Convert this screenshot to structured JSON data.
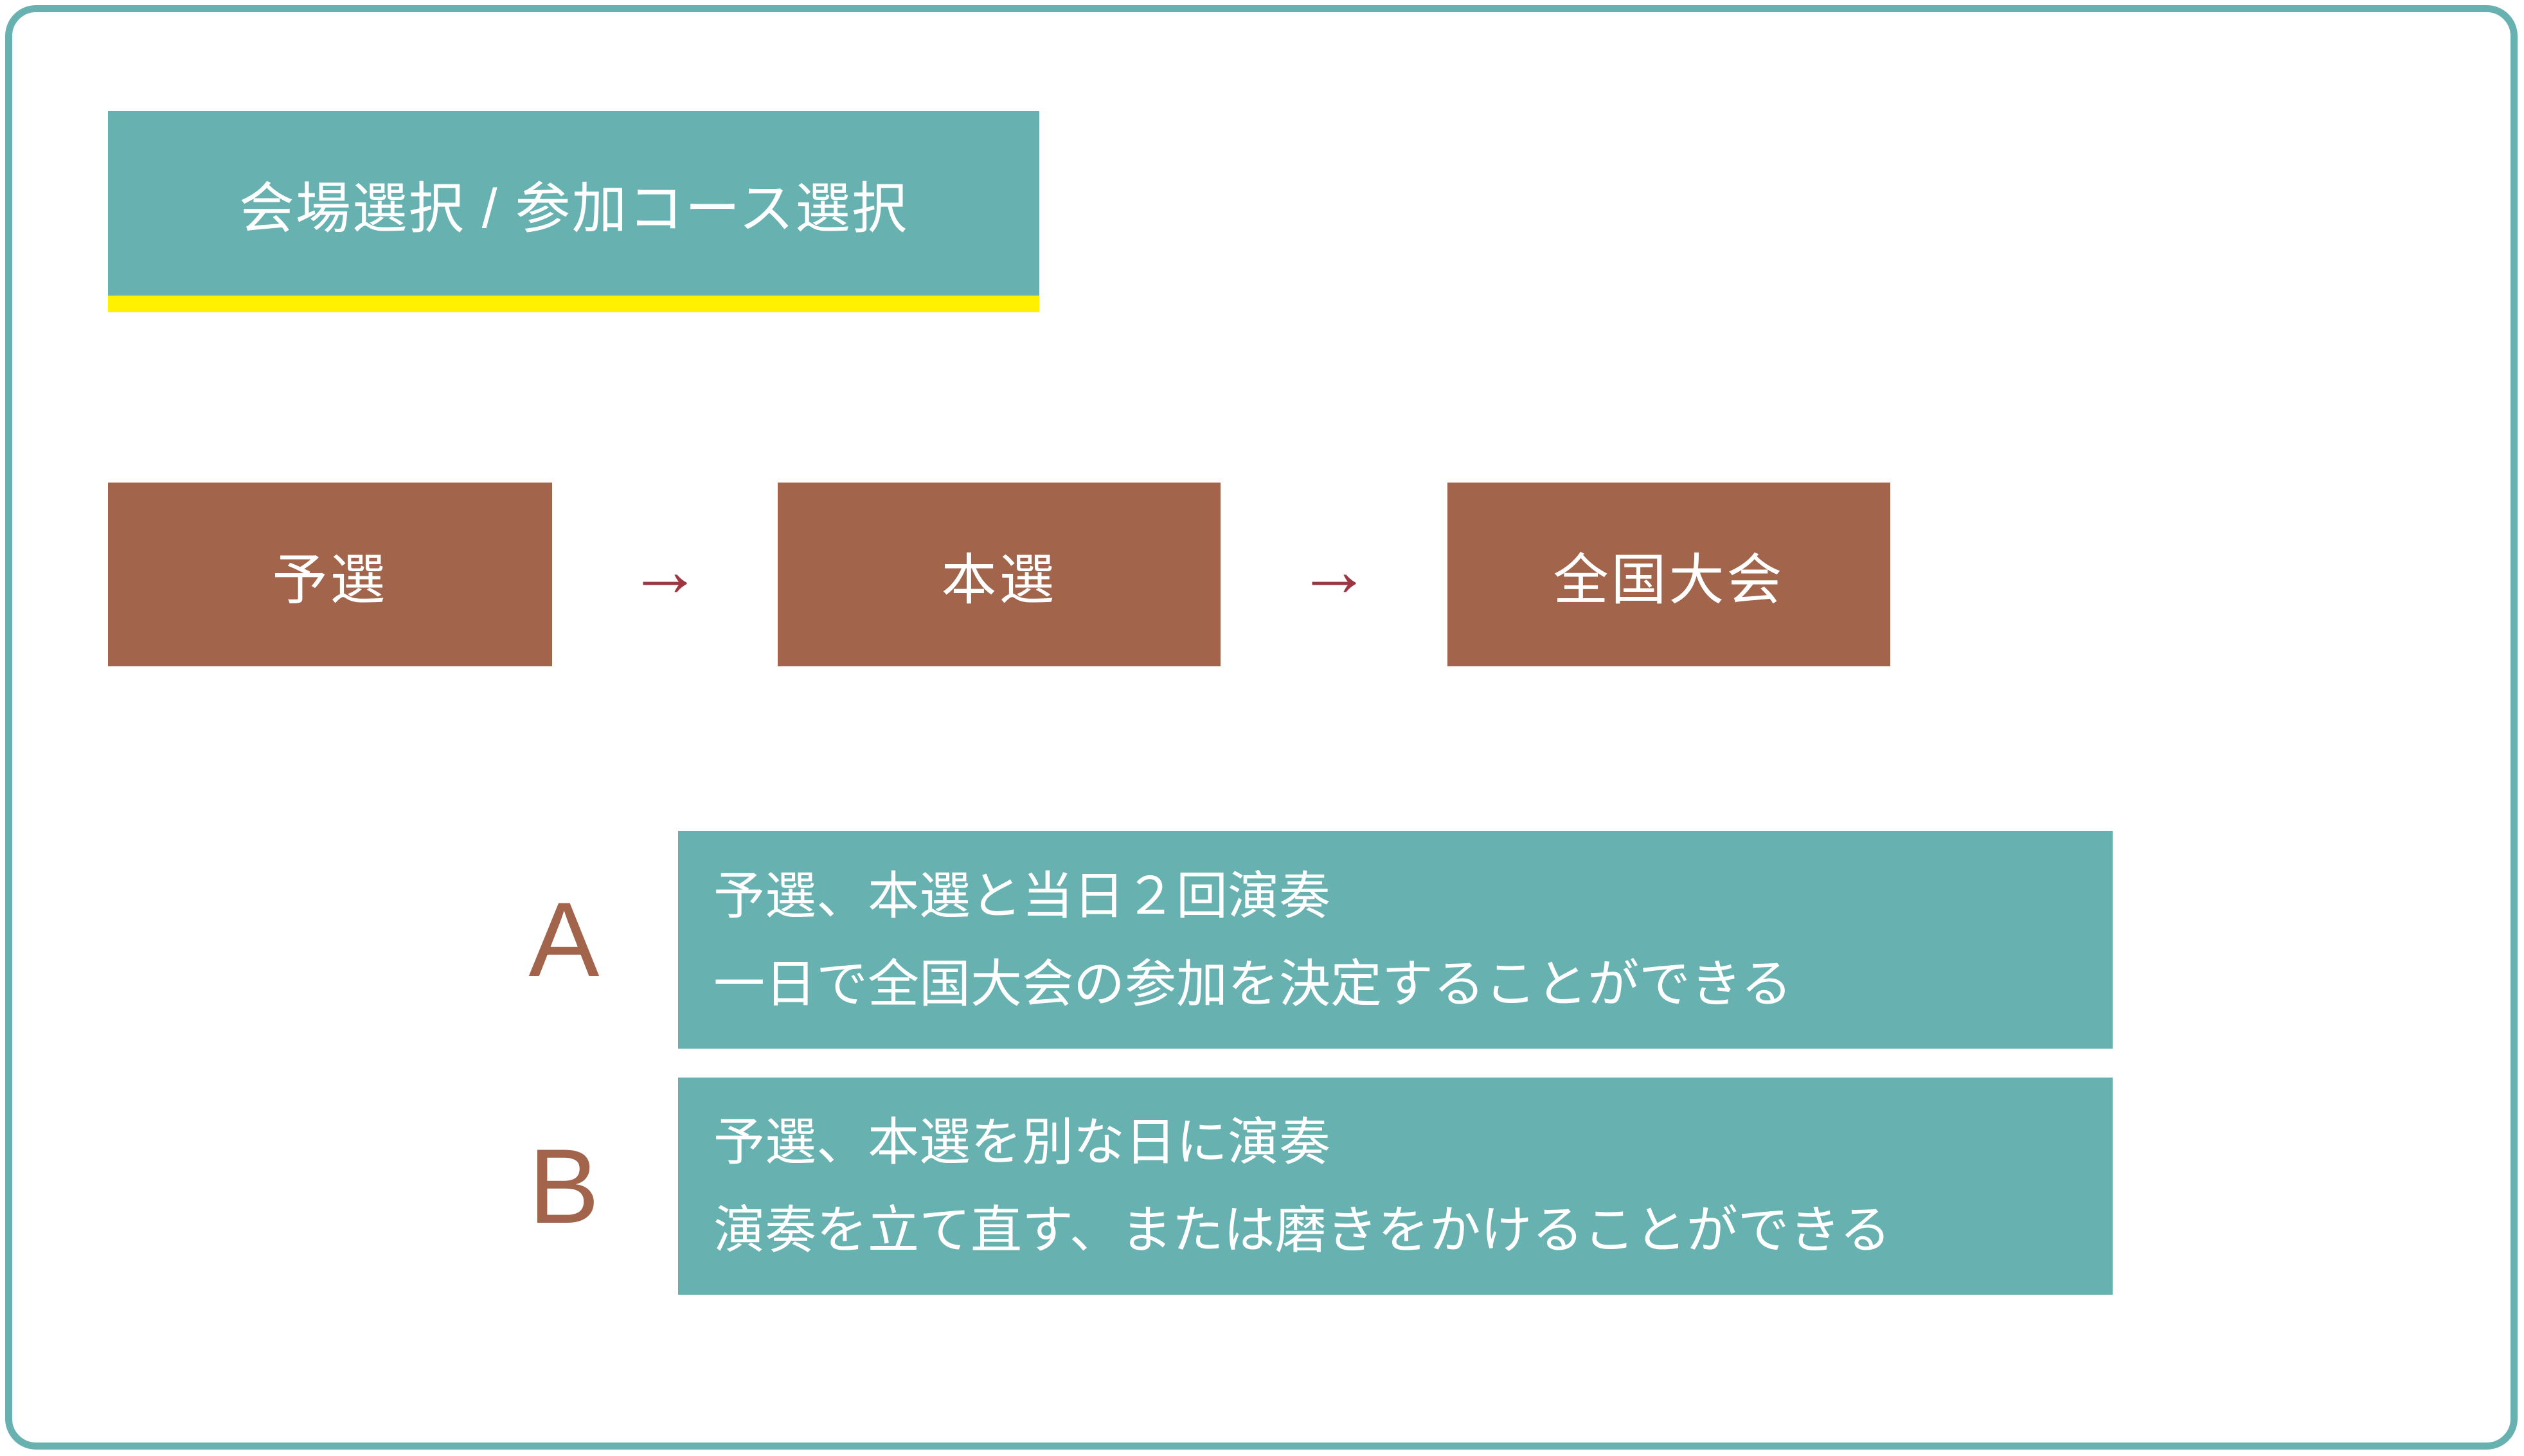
{
  "colors": {
    "teal": "#67b2b0",
    "brown": "#a2654c",
    "yellow": "#fff100",
    "arrow_red": "#9e3543",
    "text_white": "#ffffff",
    "page_bg": "#ffffff"
  },
  "header": {
    "title": "会場選択 / 参加コース選択"
  },
  "flow": {
    "arrow": "→",
    "steps": [
      {
        "label": "予選"
      },
      {
        "label": "本選"
      },
      {
        "label": "全国大会"
      }
    ]
  },
  "courses": [
    {
      "letter": "A",
      "lines": [
        "予選、本選と当日２回演奏",
        "一日で全国大会の参加を決定することができる"
      ]
    },
    {
      "letter": "B",
      "lines": [
        "予選、本選を別な日に演奏",
        "演奏を立て直す、または磨きをかけることができる"
      ]
    }
  ]
}
